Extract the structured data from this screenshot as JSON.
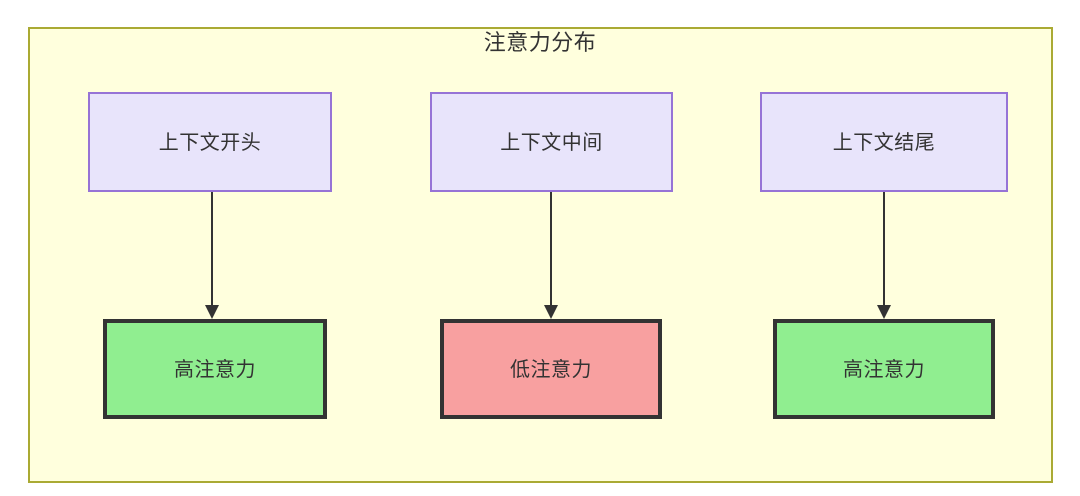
{
  "diagram": {
    "title": "注意力分布",
    "container": {
      "fill": "#ffffdd",
      "border": "#aaaa33"
    },
    "source_boxes": [
      {
        "label": "上下文开头",
        "fill": "#e8e4fb",
        "border": "#9673d6"
      },
      {
        "label": "上下文中间",
        "fill": "#e8e4fb",
        "border": "#9673d6"
      },
      {
        "label": "上下文结尾",
        "fill": "#e8e4fb",
        "border": "#9673d6"
      }
    ],
    "target_boxes": [
      {
        "label": "高注意力",
        "fill": "#90ee90",
        "border": "#333333"
      },
      {
        "label": "低注意力",
        "fill": "#f8a0a0",
        "border": "#333333"
      },
      {
        "label": "高注意力",
        "fill": "#90ee90",
        "border": "#333333"
      }
    ],
    "connectors": [
      {
        "from": "上下文开头",
        "to": "高注意力",
        "label": "",
        "color": "#333333"
      },
      {
        "from": "上下文中间",
        "to": "低注意力",
        "label": "",
        "color": "#333333"
      },
      {
        "from": "上下文结尾",
        "to": "高注意力",
        "label": "",
        "color": "#333333"
      }
    ]
  }
}
